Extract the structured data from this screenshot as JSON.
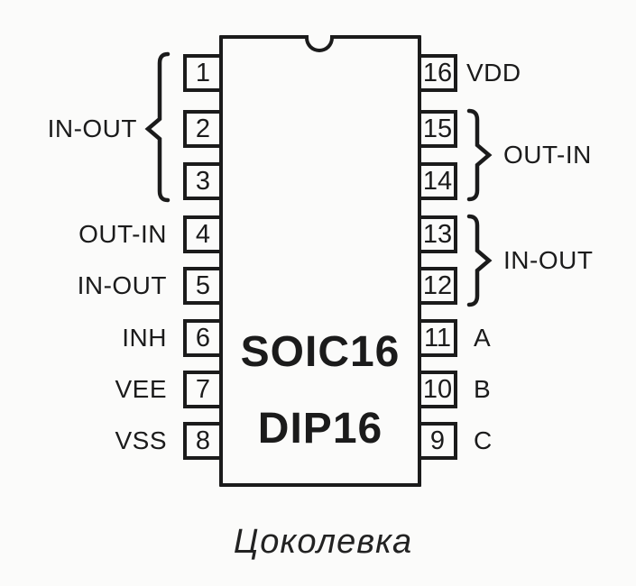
{
  "diagram": {
    "package_line1": "SOIC16",
    "package_line2": "DIP16",
    "caption": "Цоколевка"
  },
  "pins": {
    "left": [
      "1",
      "2",
      "3",
      "4",
      "5",
      "6",
      "7",
      "8"
    ],
    "right": [
      "16",
      "15",
      "14",
      "13",
      "12",
      "11",
      "10",
      "9"
    ]
  },
  "labels": {
    "left": {
      "pins_1_3": "IN-OUT",
      "pin_4": "OUT-IN",
      "pin_5": "IN-OUT",
      "pin_6": "INH",
      "pin_7": "VEE",
      "pin_8": "VSS"
    },
    "right": {
      "pin_16": "VDD",
      "pins_15_14": "OUT-IN",
      "pins_13_12": "IN-OUT",
      "pin_11": "A",
      "pin_10": "B",
      "pin_9": "C"
    }
  },
  "colors": {
    "ink": "#1b1b1b",
    "paper": "#fbfbfa"
  }
}
